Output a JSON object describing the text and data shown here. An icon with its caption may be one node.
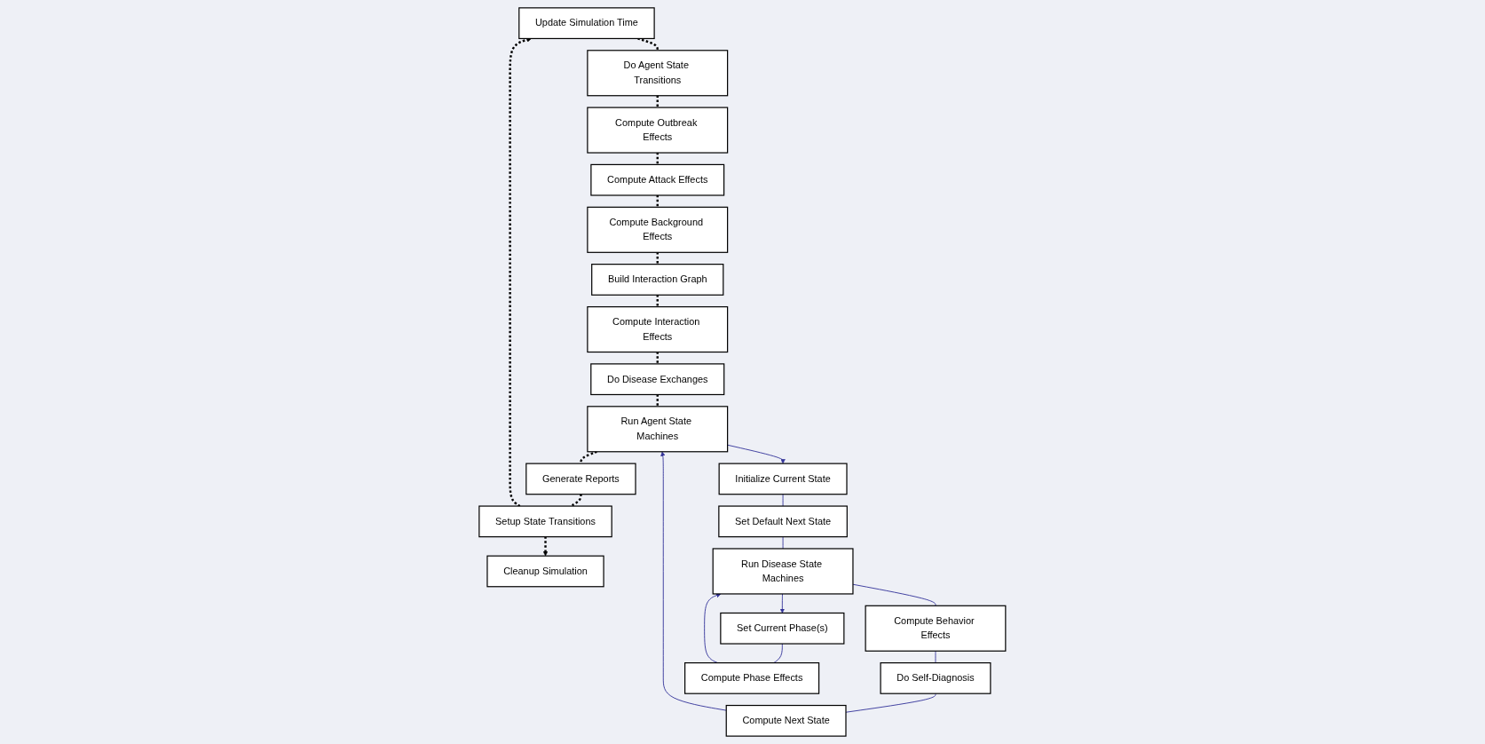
{
  "diagram": {
    "nodes": [
      {
        "text": [
          "Update Simulation Time"
        ]
      },
      {
        "text": [
          "Do Agent State Transitions"
        ]
      },
      {
        "text": [
          "Compute Outbreak Effects"
        ]
      },
      {
        "text": [
          "Compute Attack Effects"
        ]
      },
      {
        "text": [
          "Compute Background Effects"
        ]
      },
      {
        "text": [
          "Build Interaction Graph"
        ]
      },
      {
        "text": [
          "Compute Interaction Effects"
        ]
      },
      {
        "text": [
          "Do Disease Exchanges"
        ]
      },
      {
        "text": [
          "Run Agent State Machines"
        ]
      },
      {
        "text": [
          "Generate Reports"
        ]
      },
      {
        "text": [
          "Setup State Transitions"
        ]
      },
      {
        "text": [
          "Cleanup Simulation"
        ]
      },
      {
        "text": [
          "Initialize Current State"
        ]
      },
      {
        "text": [
          "Set Default Next State"
        ]
      },
      {
        "text": [
          "Run Disease State Machines"
        ]
      },
      {
        "text": [
          "Compute Behavior Effects"
        ]
      },
      {
        "text": [
          "Do Self-Diagnosis"
        ]
      },
      {
        "text": [
          "Compute Next State"
        ]
      },
      {
        "text": [
          "Set Current Phase(s)"
        ]
      },
      {
        "text": [
          "Compute Phase Effects"
        ]
      }
    ],
    "edges": [
      {
        "from": 0,
        "to": 1,
        "arrow": "none",
        "style": "dashed"
      },
      {
        "from": 1,
        "to": 2,
        "arrow": "none",
        "style": "dashed"
      },
      {
        "from": 2,
        "to": 3,
        "arrow": "none",
        "style": "dashed"
      },
      {
        "from": 3,
        "to": 4,
        "arrow": "none",
        "style": "dashed"
      },
      {
        "from": 4,
        "to": 5,
        "arrow": "none",
        "style": "dashed"
      },
      {
        "from": 5,
        "to": 6,
        "arrow": "none",
        "style": "dashed"
      },
      {
        "from": 6,
        "to": 7,
        "arrow": "none",
        "style": "dashed"
      },
      {
        "from": 7,
        "to": 8,
        "arrow": "none",
        "style": "dashed"
      },
      {
        "from": 8,
        "to": 9,
        "arrow": "none",
        "style": "dashed"
      },
      {
        "from": 9,
        "to": 10,
        "arrow": "none",
        "style": "dashed"
      },
      {
        "from": 10,
        "to": 0,
        "arrow": "to",
        "style": "dashed"
      },
      {
        "from": 10,
        "to": 11,
        "arrow": "to",
        "style": "dashed"
      },
      {
        "from": 8,
        "to": 12,
        "arrow": "to",
        "color": "#333399"
      },
      {
        "from": 12,
        "to": 13,
        "arrow": "none",
        "color": "#333399"
      },
      {
        "from": 13,
        "to": 14,
        "arrow": "none",
        "color": "#333399"
      },
      {
        "from": 14,
        "to": 15,
        "arrow": "none",
        "color": "#333399"
      },
      {
        "from": 15,
        "to": 16,
        "arrow": "none",
        "color": "#333399"
      },
      {
        "from": 16,
        "to": 17,
        "arrow": "none",
        "color": "#333399"
      },
      {
        "from": 17,
        "to": 8,
        "arrow": "to",
        "color": "#333399"
      },
      {
        "from": 14,
        "to": 18,
        "arrow": "to",
        "color": "#333399"
      },
      {
        "from": 18,
        "to": 19,
        "arrow": "none",
        "color": "#333399"
      },
      {
        "from": 19,
        "to": 14,
        "arrow": "to",
        "color": "#333399"
      }
    ]
  }
}
